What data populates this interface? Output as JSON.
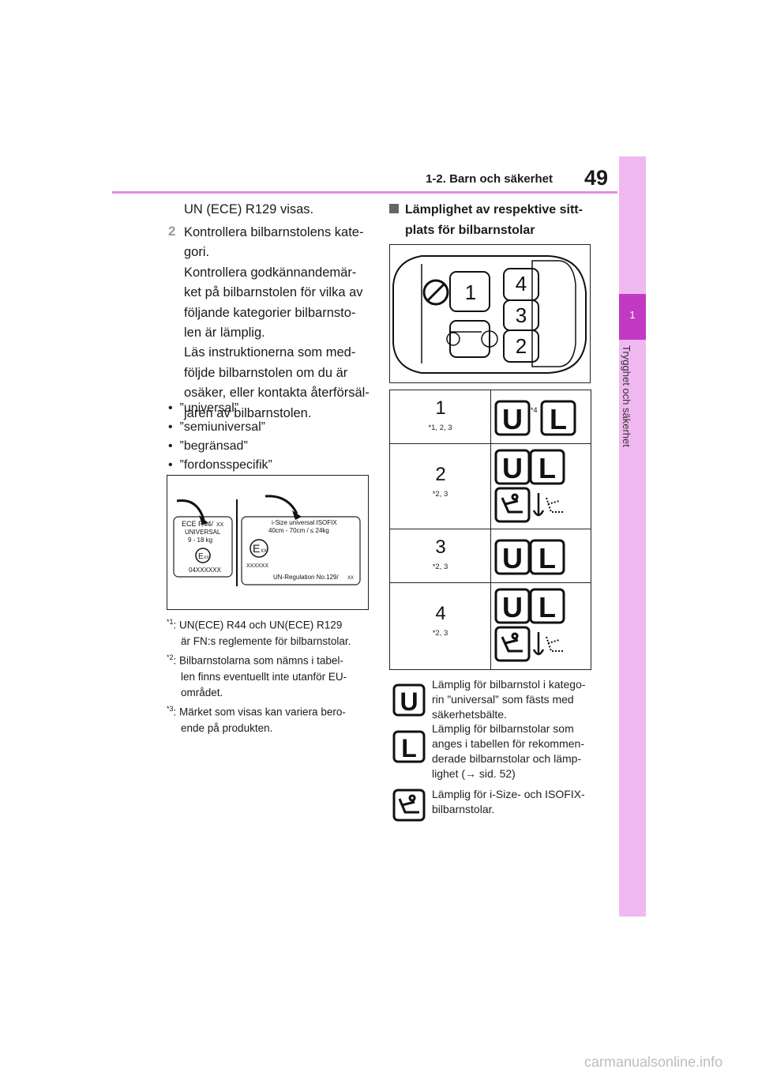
{
  "header": {
    "section_title": "1-2. Barn och säkerhet",
    "page_number": "49"
  },
  "side_tab": {
    "chapter_number": "1",
    "chapter_title": "Trygghet och säkerhet"
  },
  "left": {
    "intro_line": "UN (ECE) R129 visas.",
    "step_number": "2",
    "step_lines": [
      "Kontrollera bilbarnstolens kate-",
      "gori.",
      "Kontrollera godkännandemär-",
      "ket på bilbarnstolen för vilka av",
      "följande kategorier bilbarnsto-",
      "len är lämplig.",
      "Läs instruktionerna som med-",
      "följde bilbarnstolen om du är",
      "osäker, eller kontakta återförsäl-",
      "jaren av bilbarnstolen."
    ],
    "bullets": [
      "”universal”",
      "”semiuniversal”",
      "”begränsad”",
      "”fordonsspecifik”"
    ],
    "label_image": {
      "left_label": {
        "line1": "ECE R44/",
        "xx": "XX",
        "line2": "UNIVERSAL",
        "line3": "9 - 18 kg",
        "mark": "E",
        "mark_sub": "XX",
        "code": "04XXXXXX"
      },
      "right_label": {
        "line1": "i-Size universal ISOFIX",
        "line2": "40cm - 70cm / ≤ 24kg",
        "mark": "E",
        "mark_sub": "XX",
        "code": "XXXXXX",
        "reg": "UN-Regulation No.129/",
        "reg_xx": "XX"
      }
    },
    "footnotes": [
      {
        "mark": "*1",
        "lines": [
          ": UN(ECE) R44 och UN(ECE) R129",
          "är FN:s reglemente för bilbarnstolar."
        ]
      },
      {
        "mark": "*2",
        "lines": [
          ": Bilbarnstolarna som nämns i tabel-",
          "len finns eventuellt inte utanför EU-",
          "området."
        ]
      },
      {
        "mark": "*3",
        "lines": [
          ": Märket som visas kan variera bero-",
          "ende på produkten."
        ]
      }
    ]
  },
  "right": {
    "heading_lines": [
      "Lämplighet av respektive sitt-",
      "plats för bilbarnstolar"
    ],
    "seats_diagram": {
      "seat_labels": [
        "1",
        "4",
        "3",
        "2"
      ]
    },
    "table": [
      {
        "seat": "1",
        "note": "*1, 2, 3",
        "marks": [
          "U",
          "L"
        ],
        "extra_note": "*4",
        "isofix": false
      },
      {
        "seat": "2",
        "note": "*2, 3",
        "marks": [
          "U",
          "L"
        ],
        "extra_note": "",
        "isofix": true
      },
      {
        "seat": "3",
        "note": "*2, 3",
        "marks": [
          "U",
          "L"
        ],
        "extra_note": "",
        "isofix": false
      },
      {
        "seat": "4",
        "note": "*2, 3",
        "marks": [
          "U",
          "L"
        ],
        "extra_note": "",
        "isofix": true
      }
    ],
    "legend": [
      {
        "symbol": "U",
        "lines": [
          "Lämplig för bilbarnstol i katego-",
          "rin ”universal” som fästs med",
          "säkerhetsbälte."
        ]
      },
      {
        "symbol": "L",
        "lines": [
          "Lämplig för bilbarnstolar som",
          "anges i tabellen för rekommen-",
          "derade bilbarnstolar och lämp-",
          "lighet (→ sid. 52)"
        ]
      },
      {
        "symbol": "isofix",
        "lines": [
          "Lämplig för i-Size- och ISOFIX-",
          "bilbarnstolar."
        ]
      }
    ]
  },
  "watermark": "carmanualsonline.info"
}
